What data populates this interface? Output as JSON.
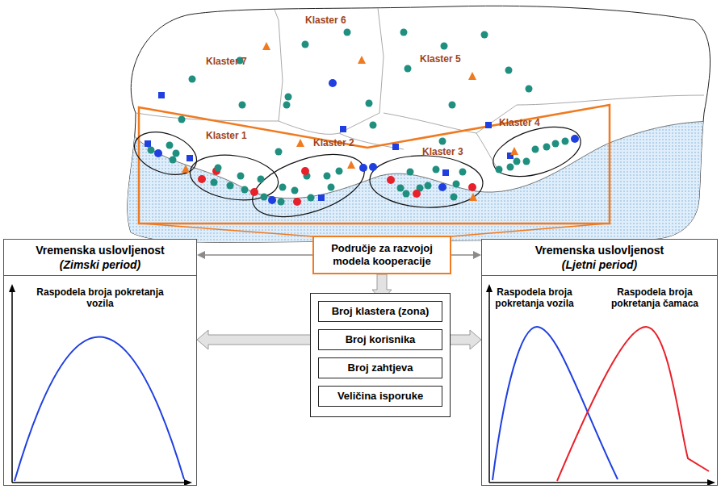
{
  "diagram": {
    "nodes": [
      {
        "text": [
          "Područje za razvojoj modela kooperacije"
        ]
      },
      {
        "text": [
          "Vremenska uslovljenost",
          "(Zimski period)",
          "Raspodela broja pokretanja vozila"
        ]
      },
      {
        "text": [
          "Vremenska uslovljenost",
          "(Ljetni period)",
          "Raspodela broja pokretanja vozila",
          "Raspodela broja pokretanja čamaca"
        ]
      },
      {
        "text": [
          "Broj klastera (zona)"
        ]
      },
      {
        "text": [
          "Broj korisnika"
        ]
      },
      {
        "text": [
          "Broj zahtjeva"
        ]
      },
      {
        "text": [
          "Veličina isporuke"
        ]
      }
    ],
    "edges": [
      {
        "from": 0,
        "to": 1,
        "arrow": "to"
      },
      {
        "from": 0,
        "to": 2,
        "arrow": "to"
      },
      {
        "from": 0,
        "to": 3,
        "arrow": "to"
      },
      {
        "from": 4,
        "to": 1,
        "arrow": "to"
      },
      {
        "from": 4,
        "to": 2,
        "arrow": "to"
      }
    ],
    "labels": [
      "Klaster 7",
      "Klaster 6",
      "Klaster 5",
      "Klaster 1",
      "Klaster 2",
      "Klaster 3",
      "Klaster 4"
    ]
  }
}
